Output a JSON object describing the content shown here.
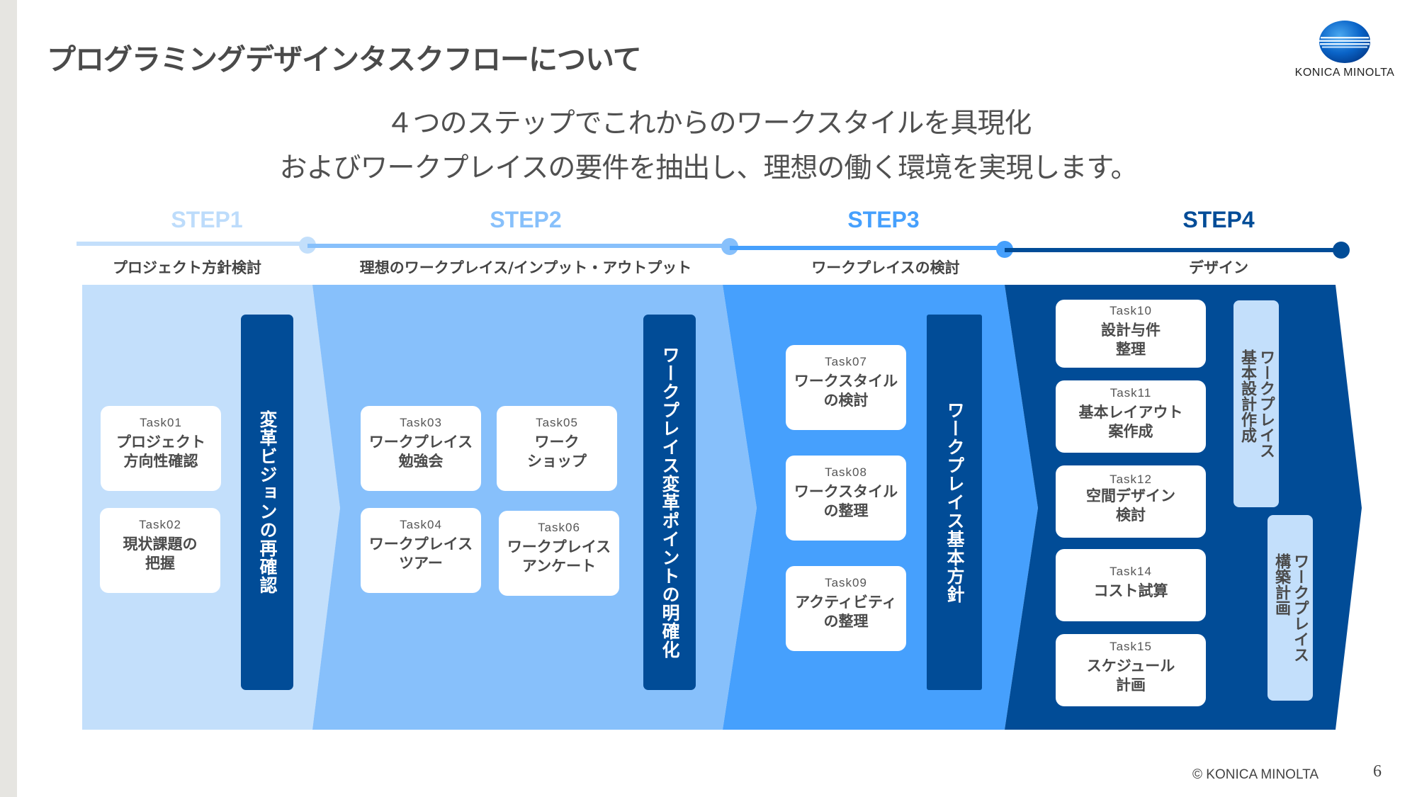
{
  "title": "プログラミングデザインタスクフローについて",
  "logo": {
    "text": "KONICA MINOLTA"
  },
  "subtitle": {
    "line1": "４つのステップでこれからのワークスタイルを具現化",
    "line2": "およびワークプレイスの要件を抽出し、理想の働く環境を実現します。"
  },
  "colors": {
    "step1": "#c3dffb",
    "step2": "#87c0fb",
    "step3": "#46a0fd",
    "step4": "#014c97",
    "bar_dark": "#014c97",
    "text": "#4a4a4a"
  },
  "steps": [
    {
      "label": "STEP1",
      "description": "プロジェクト方針検討"
    },
    {
      "label": "STEP2",
      "description": "理想のワークプレイス/インプット・アウトプット"
    },
    {
      "label": "STEP3",
      "description": "ワークプレイスの検討"
    },
    {
      "label": "STEP4",
      "description": "デザイン"
    }
  ],
  "tasks": [
    {
      "id": "Task01",
      "name_lines": [
        "プロジェクト",
        "方向性確認"
      ]
    },
    {
      "id": "Task02",
      "name_lines": [
        "現状課題の",
        "把握"
      ]
    },
    {
      "id": "Task03",
      "name_lines": [
        "ワークプレイス",
        "勉強会"
      ]
    },
    {
      "id": "Task04",
      "name_lines": [
        "ワークプレイス",
        "ツアー"
      ]
    },
    {
      "id": "Task05",
      "name_lines": [
        "ワーク",
        "ショップ"
      ]
    },
    {
      "id": "Task06",
      "name_lines": [
        "ワークプレイス",
        "アンケート"
      ]
    },
    {
      "id": "Task07",
      "name_lines": [
        "ワークスタイル",
        "の検討"
      ]
    },
    {
      "id": "Task08",
      "name_lines": [
        "ワークスタイル",
        "の整理"
      ]
    },
    {
      "id": "Task09",
      "name_lines": [
        "アクティビティ",
        "の整理"
      ]
    },
    {
      "id": "Task10",
      "name_lines": [
        "設計与件",
        "整理"
      ]
    },
    {
      "id": "Task11",
      "name_lines": [
        "基本レイアウト",
        "案作成"
      ]
    },
    {
      "id": "Task12",
      "name_lines": [
        "空間デザイン",
        "検討"
      ]
    },
    {
      "id": "Task14",
      "name_lines": [
        "コスト試算"
      ]
    },
    {
      "id": "Task15",
      "name_lines": [
        "スケジュール",
        "計画"
      ]
    }
  ],
  "outcomes": [
    {
      "text": "変革ビジョンの再確認"
    },
    {
      "text": "ワークプレイス変革ポイントの明確化"
    },
    {
      "text": "ワークプレイス基本方針"
    },
    {
      "text_lines": [
        "ワークプレイス",
        "基本設計作成"
      ]
    },
    {
      "text_lines": [
        "ワークプレイス",
        "構築計画"
      ]
    }
  ],
  "footer": {
    "copyright": "© KONICA MINOLTA",
    "page_number": "6"
  }
}
